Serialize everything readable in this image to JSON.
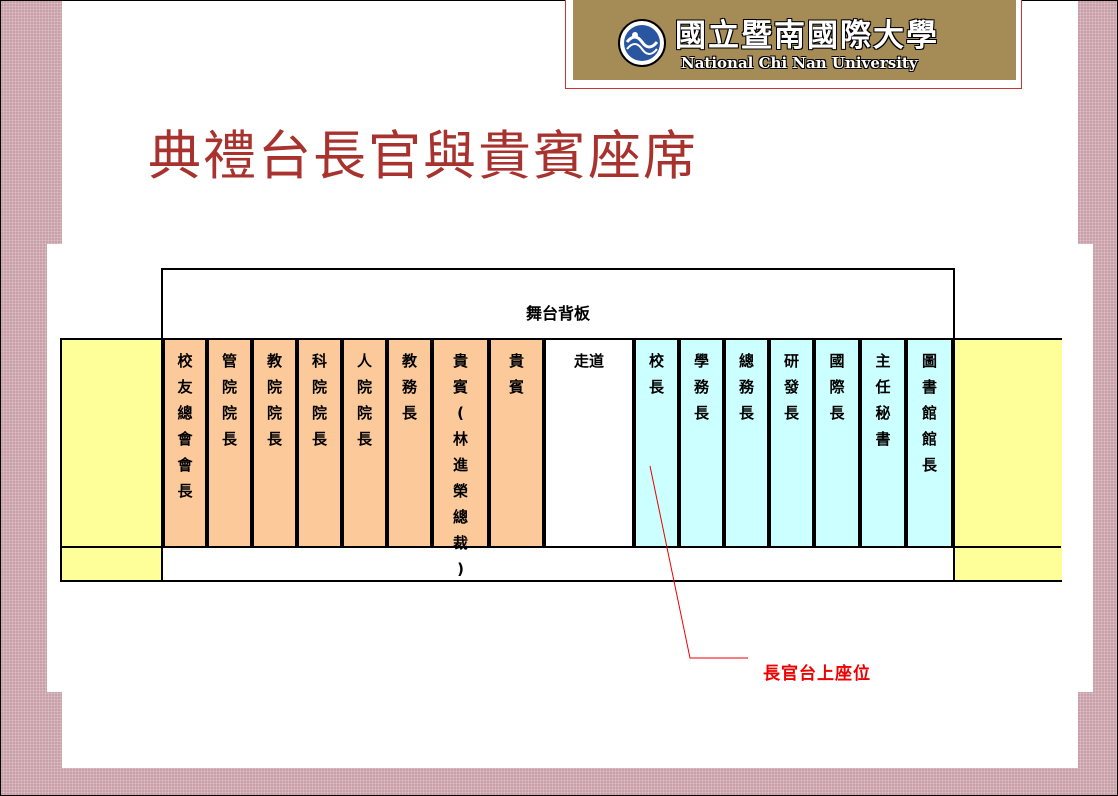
{
  "logo": {
    "name_cn": "國立暨南國際大學",
    "name_en": "National Chi Nan University"
  },
  "title": "典禮台長官與貴賓座席",
  "stage": {
    "backboard_label": "舞台背板",
    "seats": [
      {
        "chars": [
          "校",
          "友",
          "總",
          "會",
          "會",
          "長"
        ],
        "group": "guest"
      },
      {
        "chars": [
          "管",
          "院",
          "院",
          "長"
        ],
        "group": "guest"
      },
      {
        "chars": [
          "教",
          "院",
          "院",
          "長"
        ],
        "group": "guest"
      },
      {
        "chars": [
          "科",
          "院",
          "院",
          "長"
        ],
        "group": "guest"
      },
      {
        "chars": [
          "人",
          "院",
          "院",
          "長"
        ],
        "group": "guest"
      },
      {
        "chars": [
          "教",
          "務",
          "長"
        ],
        "group": "guest"
      },
      {
        "chars": [
          "貴",
          "賓",
          "(",
          "林",
          "進",
          "榮",
          "總",
          "裁",
          ")"
        ],
        "group": "guest"
      },
      {
        "chars": [
          "貴",
          "賓"
        ],
        "group": "guest"
      },
      {
        "chars": [
          "走道"
        ],
        "group": "aisle"
      },
      {
        "chars": [
          "校",
          "長"
        ],
        "group": "official"
      },
      {
        "chars": [
          "學",
          "務",
          "長"
        ],
        "group": "official"
      },
      {
        "chars": [
          "總",
          "務",
          "長"
        ],
        "group": "official"
      },
      {
        "chars": [
          "研",
          "發",
          "長"
        ],
        "group": "official"
      },
      {
        "chars": [
          "國",
          "際",
          "長"
        ],
        "group": "official"
      },
      {
        "chars": [
          "主",
          "任",
          "秘",
          "書"
        ],
        "group": "official"
      },
      {
        "chars": [
          "圖",
          "書",
          "館",
          "館",
          "長"
        ],
        "group": "official"
      }
    ],
    "colors": {
      "guest": "#fcc99b",
      "official": "#ccffff",
      "aisle": "#ffffff",
      "sides": "#ffff99"
    }
  },
  "annotation": "長官台上座位",
  "colors": {
    "title": "#a8322e",
    "annotation": "#e00000"
  }
}
